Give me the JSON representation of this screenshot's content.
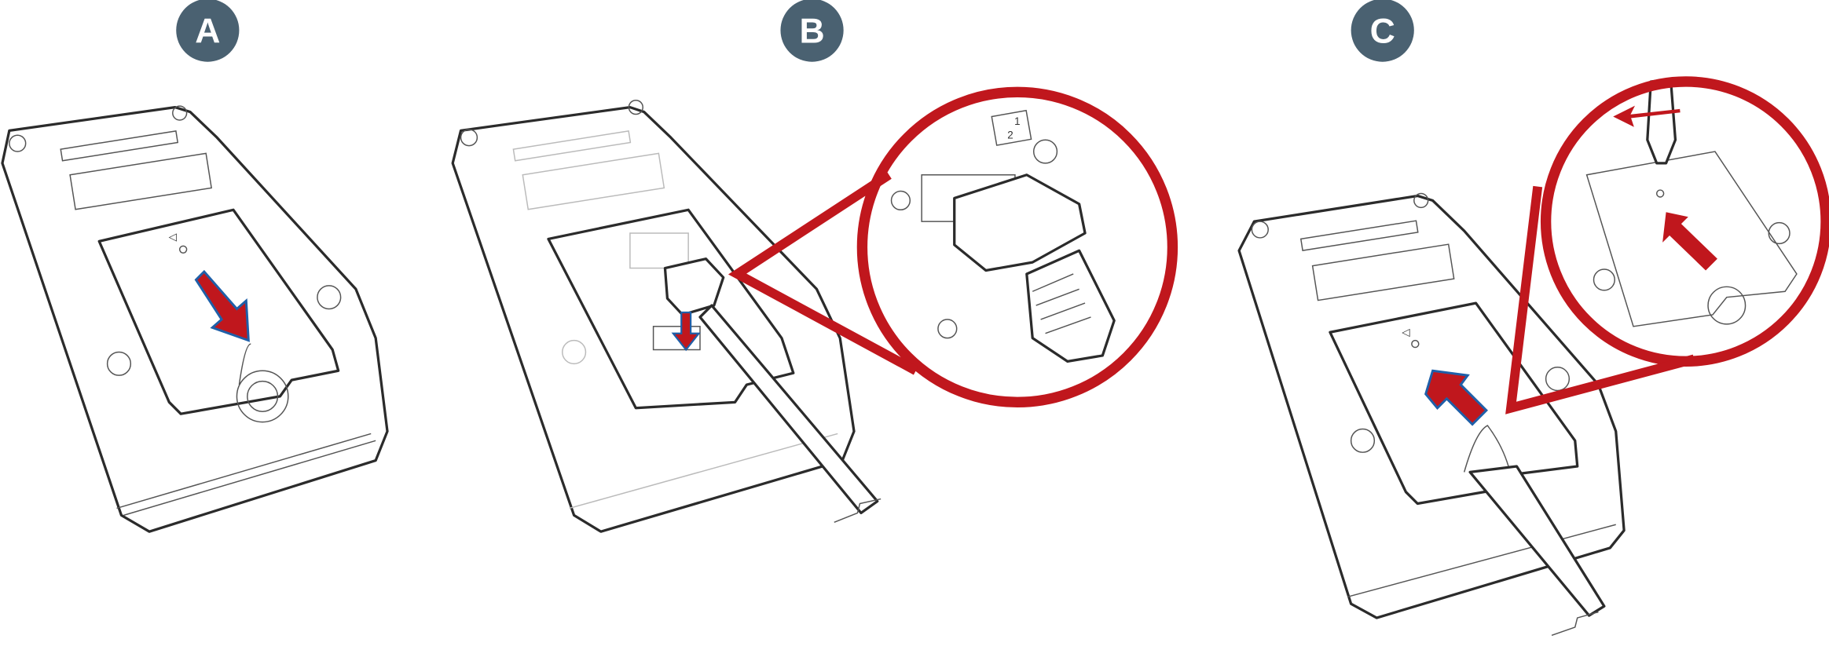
{
  "steps": [
    {
      "label": "A"
    },
    {
      "label": "B"
    },
    {
      "label": "C"
    }
  ],
  "sim_slot_labels": {
    "slot1": "1",
    "slot2": "2"
  },
  "colors": {
    "badge": "#4a6171",
    "accent_red": "#c0171d",
    "arrow_outline": "#1f5fa8",
    "line": "#2b2b2b"
  }
}
